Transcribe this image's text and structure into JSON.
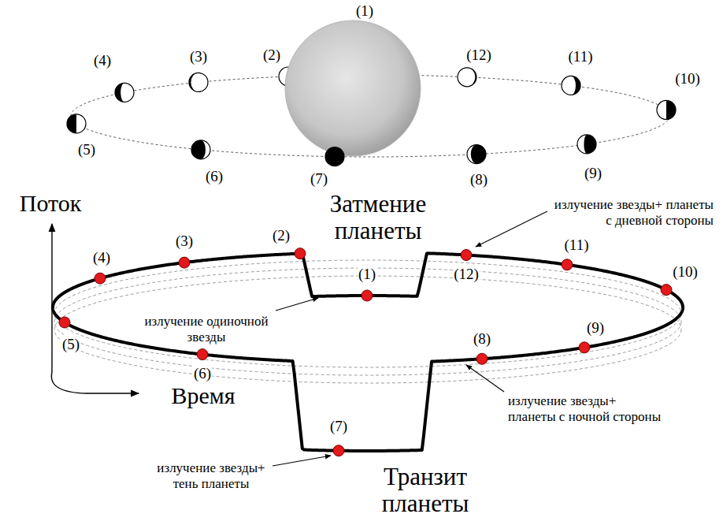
{
  "diagram": {
    "labels": [
      "(1)",
      "(2)",
      "(3)",
      "(4)",
      "(5)",
      "(6)",
      "(7)",
      "(8)",
      "(9)",
      "(10)",
      "(11)",
      "(12)",
      "Затмение планеты",
      "Поток",
      "излучение звезды+ планеты с дневной стороны",
      "(1)",
      "(2)",
      "(3)",
      "(4)",
      "(5)",
      "(6)",
      "(7)",
      "(8)",
      "(9)",
      "(10)",
      "(11)",
      "(12)",
      "излучение одиночной звезды",
      "Время",
      "излучение звезды+ планеты с ночной стороны",
      "излучение звезды+ тень планеты",
      "Транзит планеты"
    ]
  }
}
